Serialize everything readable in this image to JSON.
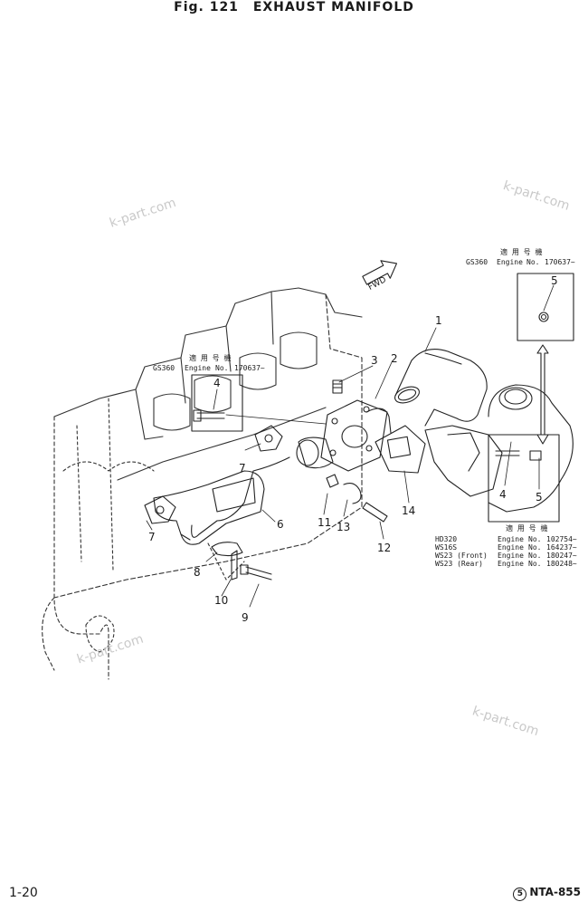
{
  "header": {
    "fig_label": "Fig. 121",
    "title": "EXHAUST MANIFOLD"
  },
  "watermarks": [
    "k-part.com",
    "k-part.com",
    "k-part.com",
    "k-part.com"
  ],
  "fwd_label": "FWD",
  "callouts": [
    "1",
    "2",
    "3",
    "4",
    "4",
    "5",
    "5",
    "6",
    "7",
    "7",
    "8",
    "9",
    "10",
    "11",
    "12",
    "13",
    "14"
  ],
  "detail_top_right": {
    "heading": "適 用 号 機",
    "model": "GS360",
    "engine_label": "Engine",
    "no_label": "No.",
    "serial": "170637~"
  },
  "detail_left": {
    "heading": "適 用 号 機",
    "model": "GS360",
    "engine_label": "Engine",
    "no_label": "No.",
    "serial": "170637~"
  },
  "detail_bottom_right": {
    "heading": "適 用 号 機",
    "rows": [
      {
        "model": "HD320",
        "engine": "Engine",
        "no": "No.",
        "serial": "102754~"
      },
      {
        "model": "WS16S",
        "engine": "Engine",
        "no": "No.",
        "serial": "164237~"
      },
      {
        "model": "WS23 (Front)",
        "engine": "Engine",
        "no": "No.",
        "serial": "180247~"
      },
      {
        "model": "WS23 (Rear)",
        "engine": "Engine",
        "no": "No.",
        "serial": "180248~"
      }
    ]
  },
  "footer": {
    "page": "1-20",
    "circle": "5",
    "code": "NTA-855"
  }
}
